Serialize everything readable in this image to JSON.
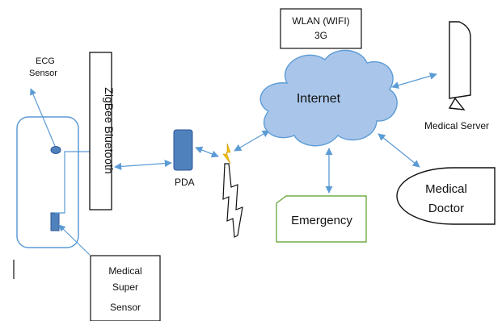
{
  "labels": {
    "ecg_line1": "ECG",
    "ecg_line2": "Sensor",
    "zigbee": "ZigBee Bluetooth",
    "pda": "PDA",
    "wlan_line1": "WLAN (WIFI)",
    "wlan_line2": "3G",
    "internet": "Internet",
    "medical_server": "Medical Server",
    "medical_doctor_line1": "Medical",
    "medical_doctor_line2": "Doctor",
    "emergency": "Emergency",
    "super_sensor_line1": "Medical",
    "super_sensor_line2": "Super",
    "super_sensor_line3": "Sensor"
  },
  "colors": {
    "arrow": "#5b9bd5",
    "device_fill": "#4f81bd",
    "device_stroke": "#2f5597",
    "cloud_fill": "#a9c6ea",
    "cloud_stroke": "#5b9bd5",
    "emergency_stroke": "#70ad47",
    "lightning": "#f2c200"
  }
}
